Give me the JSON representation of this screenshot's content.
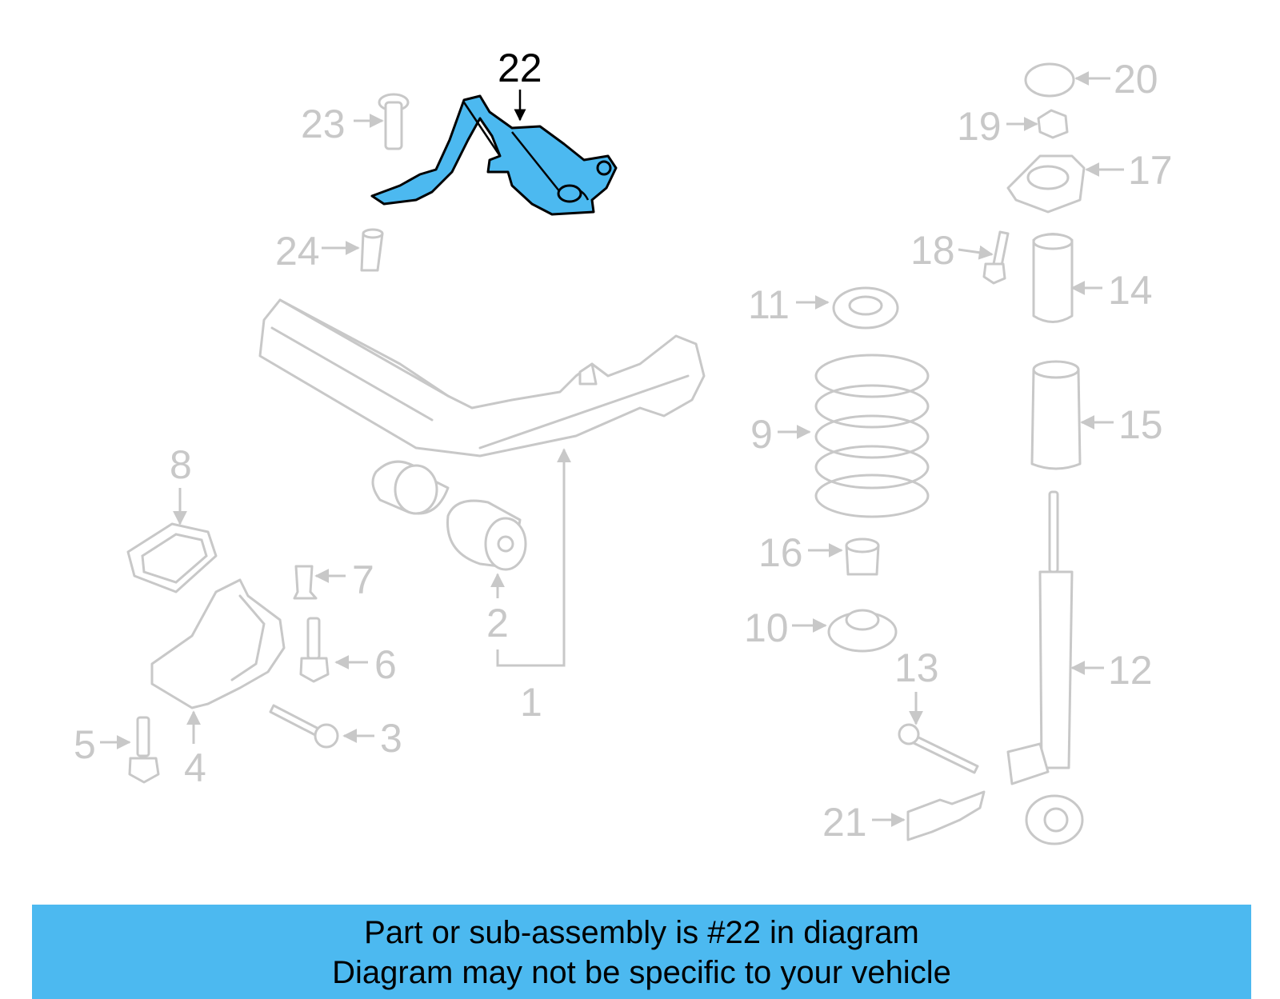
{
  "diagram": {
    "highlight_callout": "22",
    "callouts": [
      "1",
      "2",
      "3",
      "4",
      "5",
      "6",
      "7",
      "8",
      "9",
      "10",
      "11",
      "12",
      "13",
      "14",
      "15",
      "16",
      "17",
      "18",
      "19",
      "20",
      "21",
      "23",
      "24"
    ],
    "colors": {
      "highlight": "#4cb9f0",
      "ghost": "#c8c8c8",
      "outline": "#000000"
    }
  },
  "banner": {
    "line1": "Part or sub-assembly is #22 in diagram",
    "line2": "Diagram may not be specific to your vehicle"
  }
}
